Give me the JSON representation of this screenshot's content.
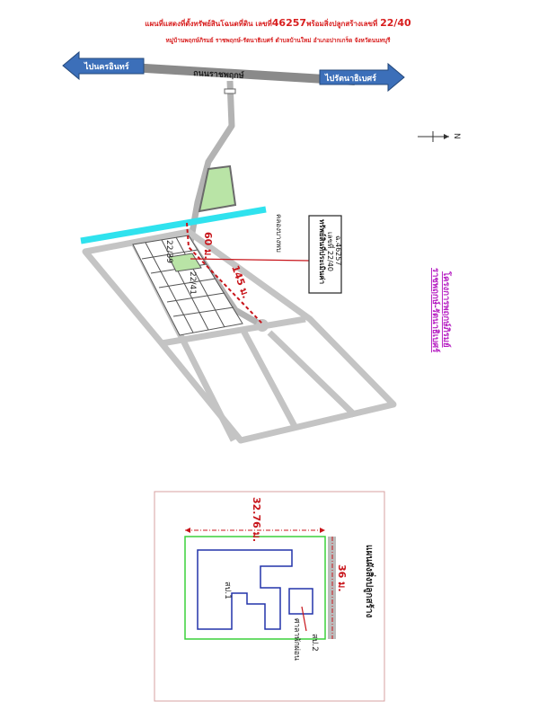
{
  "header": {
    "line1_prefix": "แผนที่แสดงที่ตั้งทรัพย์สินโฉนดที่ดิน เลขที่",
    "deed_no": "46257",
    "line1_mid": "พร้อมสิ่งปลูกสร้างเลขที่",
    "house_no": "22/40",
    "line2": "หมู่บ้านพฤกษ์ภิรมย์ ราชพฤกษ์-รัตนาธิเบศร์ ตำบลบ้านใหม่ อำเภอปากเกร็ด จังหวัดนนทบุรี"
  },
  "map": {
    "arrow_left": "ไปนครอินทร์",
    "arrow_right": "ไปรัตนาธิเบศร์",
    "road_name": "ถนนราชพฤกษ์",
    "canal": "คลองบางพบ",
    "north": "N",
    "plot_left": "22/39",
    "plot_right": "22/41",
    "dist_60": "60 ม.",
    "dist_145": "145 ม.",
    "callout": [
      "ทรัพย์สินที่ประเมินค่า",
      "เลขที่ 22/40",
      "ฉ.46257"
    ],
    "project": [
      "โครงการพฤกษ์ภิรมย์",
      "ราชพฤกษ์-รัตนาธิเบศร์"
    ]
  },
  "plan": {
    "title": "แผนผังสิ่งปลูกสร้าง",
    "width_label": "32.76 ม.",
    "depth_label": "36 ม.",
    "building1": "สป.1",
    "building2": "สป.2",
    "building2_desc": "ศาลาพักผ่อน"
  }
}
